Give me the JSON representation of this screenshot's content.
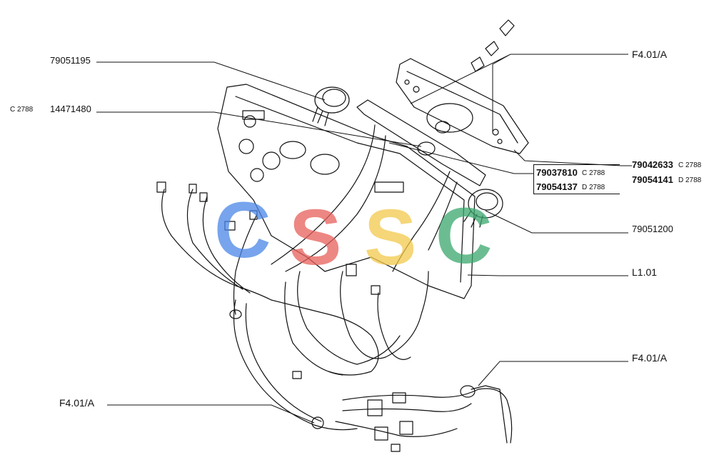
{
  "labels": {
    "p79051195": "79051195",
    "c2788_left": "C 2788",
    "p14471480": "14471480",
    "f401a_top": "F4.01/A",
    "p79037810": "79037810",
    "c2788_mid": "C 2788",
    "p79054137": "79054137",
    "d2788_mid": "D 2788",
    "p79042633": "79042633",
    "c2788_right": "C 2788",
    "p79054141": "79054141",
    "d2788_right": "D 2788",
    "p79051200": "79051200",
    "l101": "L1.01",
    "f401a_right": "F4.01/A",
    "f401a_left": "F4.01/A"
  },
  "watermark": {
    "letters": [
      "C",
      "S",
      "S",
      "C"
    ],
    "colors": [
      "#4a86e8",
      "#e8605a",
      "#f2c94c",
      "#3aa76d"
    ]
  }
}
